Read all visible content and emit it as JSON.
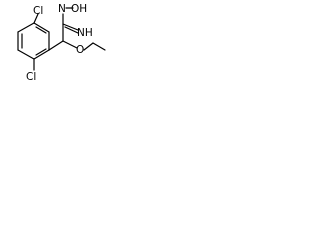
{
  "structure": {
    "atoms": {
      "cl_top": "Cl",
      "cl_bottom": "Cl",
      "oxime_group": "N",
      "hydroxyl": "OH",
      "imine": "NH",
      "ether_oxygen": "O"
    }
  }
}
